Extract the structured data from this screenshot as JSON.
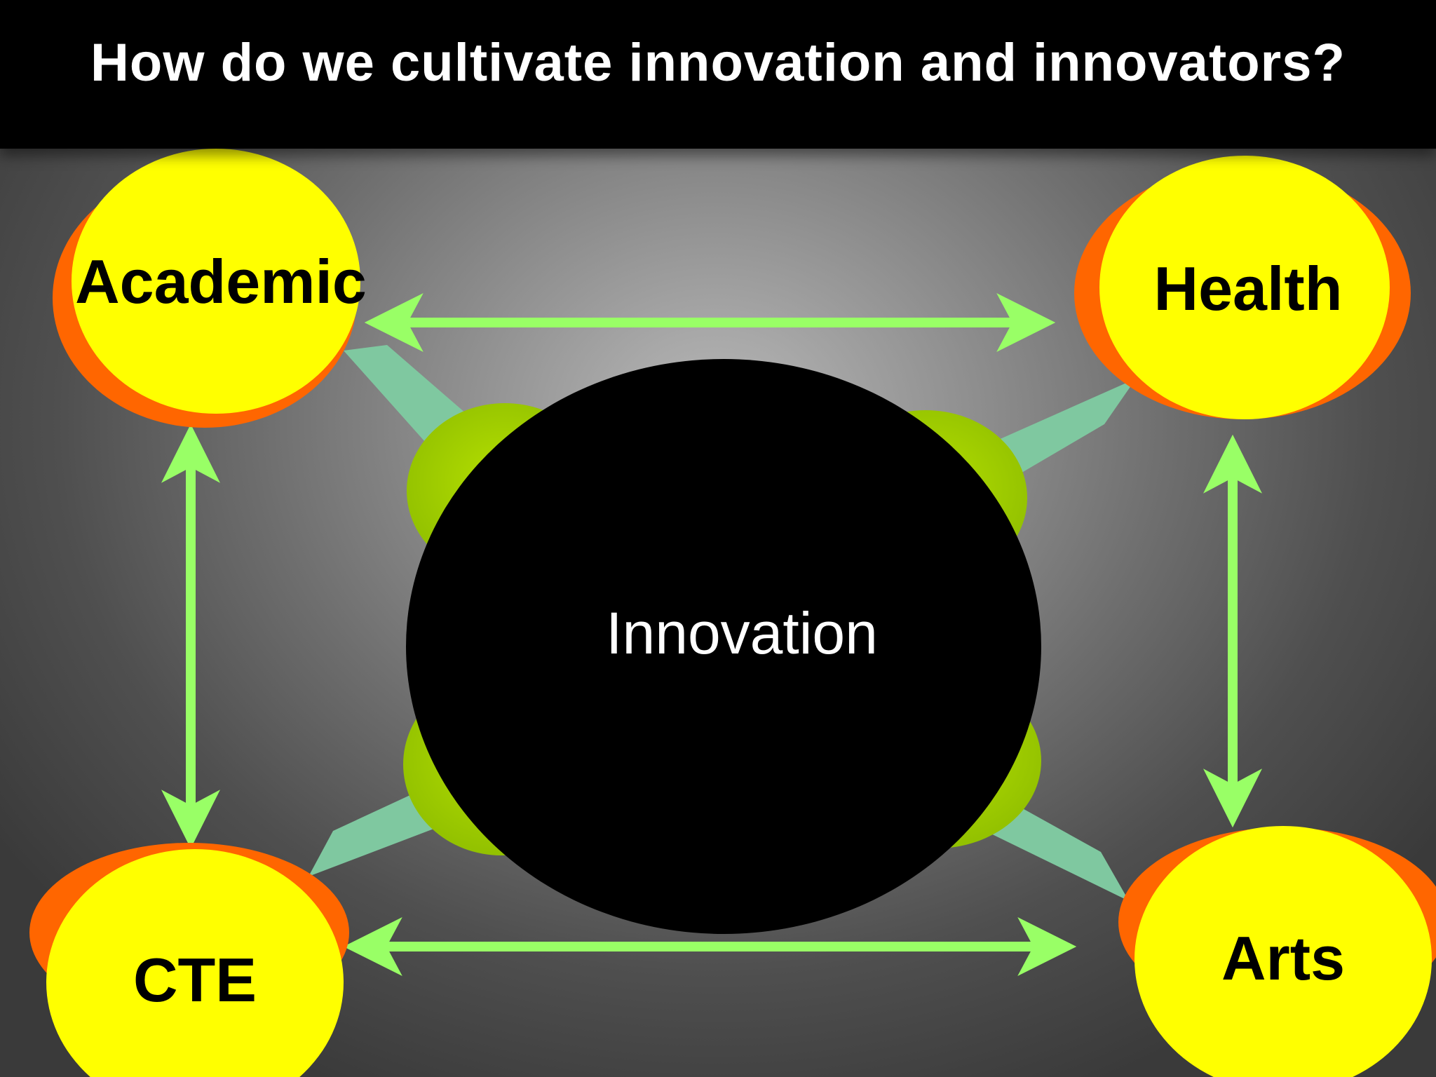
{
  "slide": {
    "title": "How do we cultivate innovation and innovators?"
  },
  "diagram": {
    "center": {
      "label": "Innovation"
    },
    "nodes": {
      "top_left": {
        "label": "Academic"
      },
      "top_right": {
        "label": "Health"
      },
      "bottom_left": {
        "label": "CTE"
      },
      "bottom_right": {
        "label": "Arts"
      }
    },
    "connections": [
      "Academic ↔ Health",
      "Academic ↔ CTE",
      "Health ↔ Arts",
      "CTE ↔ Arts"
    ]
  },
  "colors": {
    "node_fill": "#ffff00",
    "node_shadow": "#ff6600",
    "arrow": "#99ff66",
    "center_fill": "#000000",
    "spoke": "#7fc8a0",
    "petal": "#99cc00"
  }
}
